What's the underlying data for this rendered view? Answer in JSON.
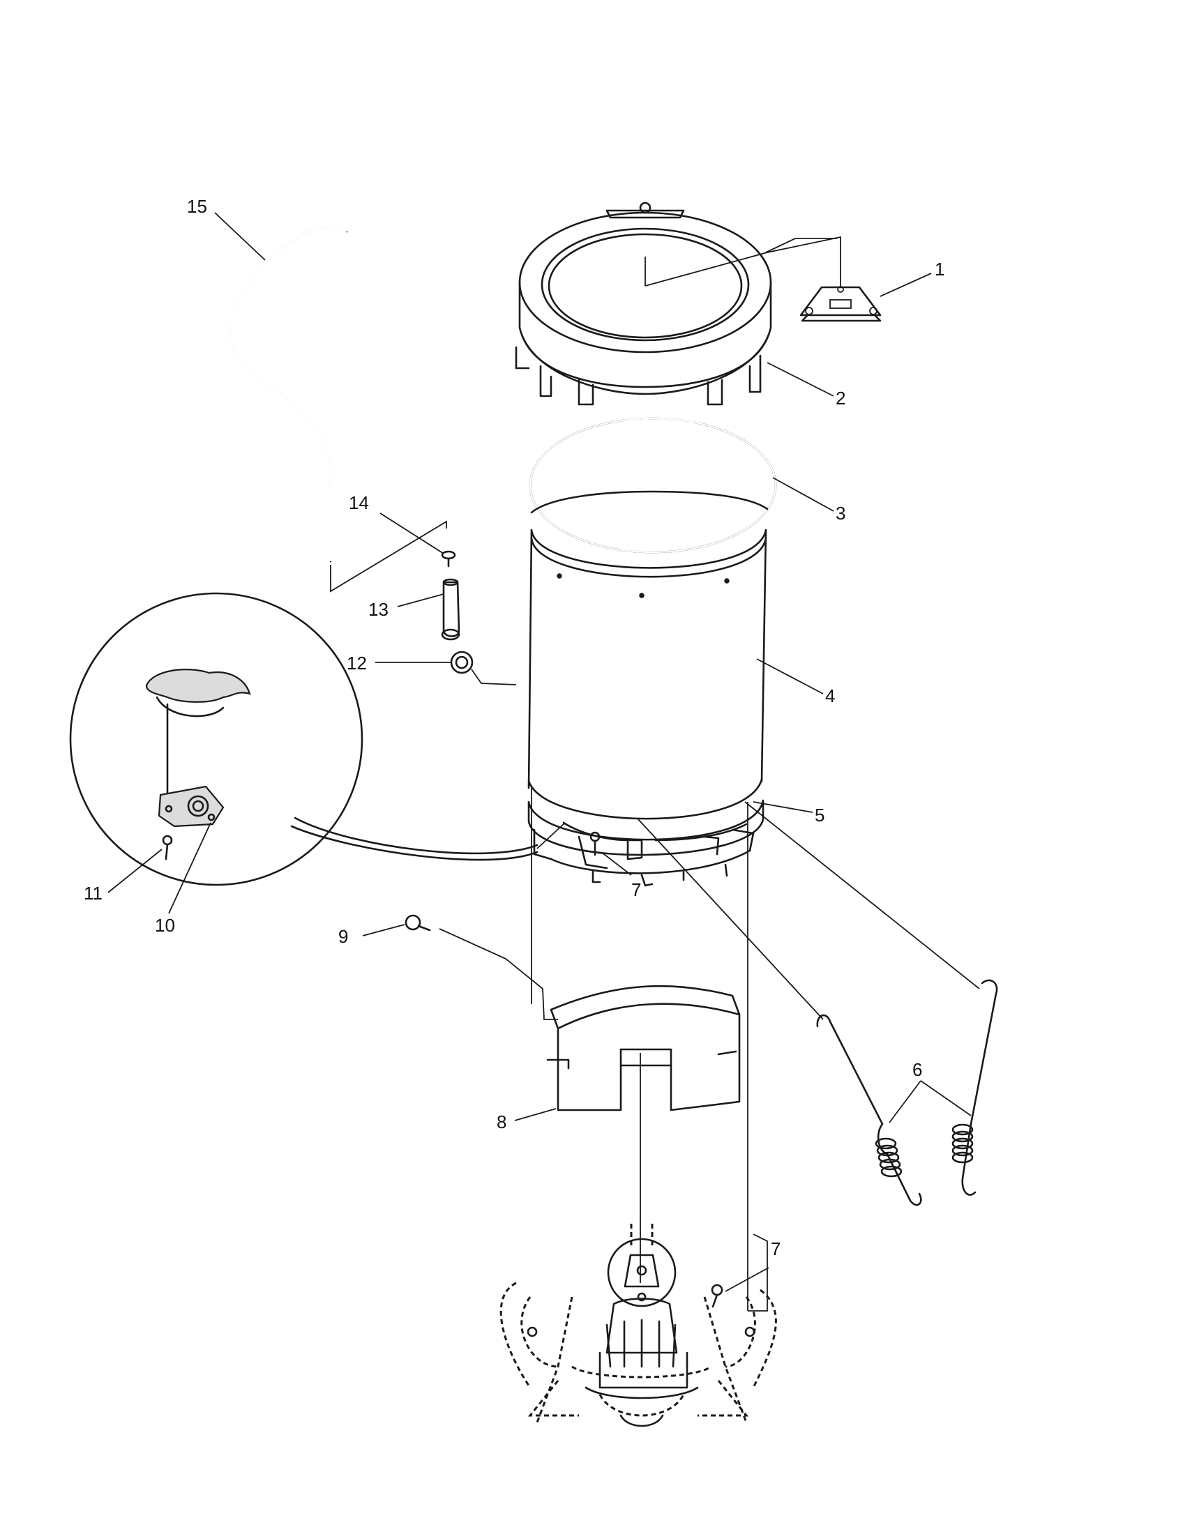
{
  "callouts": [
    {
      "id": "c1",
      "text": "1"
    },
    {
      "id": "c2",
      "text": "2"
    },
    {
      "id": "c3",
      "text": "3"
    },
    {
      "id": "c4",
      "text": "4"
    },
    {
      "id": "c5",
      "text": "5"
    },
    {
      "id": "c6",
      "text": "6"
    },
    {
      "id": "c7a",
      "text": "7"
    },
    {
      "id": "c7b",
      "text": "7"
    },
    {
      "id": "c8",
      "text": "8"
    },
    {
      "id": "c9",
      "text": "9"
    },
    {
      "id": "c10",
      "text": "10"
    },
    {
      "id": "c11",
      "text": "11"
    },
    {
      "id": "c12",
      "text": "12"
    },
    {
      "id": "c13",
      "text": "13"
    },
    {
      "id": "c14",
      "text": "14"
    },
    {
      "id": "c15",
      "text": "15"
    }
  ],
  "colors": {
    "line": "#1a1a1a",
    "background": "#ffffff"
  }
}
